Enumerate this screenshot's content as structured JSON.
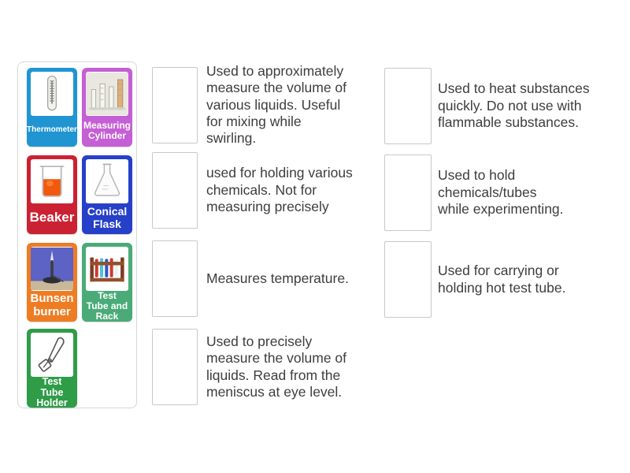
{
  "page": {
    "background_color": "#ffffff",
    "text_color": "#3d3d3d"
  },
  "card_panel": {
    "border_color": "#d8d8d8",
    "cards": [
      {
        "label": "Thermometer",
        "color": "#2095d2",
        "icon": "thermometer-icon"
      },
      {
        "label": "Measuring Cylinder",
        "color": "#c55fd5",
        "icon": "measuring-cylinder-icon"
      },
      {
        "label": "Beaker",
        "color": "#cb2233",
        "icon": "beaker-icon"
      },
      {
        "label": "Conical Flask",
        "color": "#2640c8",
        "icon": "conical-flask-icon"
      },
      {
        "label": "Bunsen burner",
        "color": "#ee7c23",
        "icon": "bunsen-burner-icon"
      },
      {
        "label": "Test Tube and Rack",
        "color": "#4aab78",
        "icon": "test-tube-rack-icon"
      },
      {
        "label": "Test Tube Holder",
        "color": "#2f9c48",
        "icon": "test-tube-holder-icon"
      }
    ]
  },
  "middle_column": {
    "items": [
      {
        "text": "Used to approximately measure the volume of various liquids. Useful for mixing while swirling."
      },
      {
        "text": "used for holding various chemicals. Not for measuring precisely"
      },
      {
        "text": "Measures temperature."
      },
      {
        "text": "Used to precisely measure the volume of liquids. Read from the meniscus at eye level."
      }
    ]
  },
  "right_column": {
    "items": [
      {
        "text": "Used to heat substances quickly. Do not use with flammable substances."
      },
      {
        "text": "Used to hold chemicals/tubes while experimenting."
      },
      {
        "text": "Used for carrying or holding hot test tube."
      }
    ]
  }
}
